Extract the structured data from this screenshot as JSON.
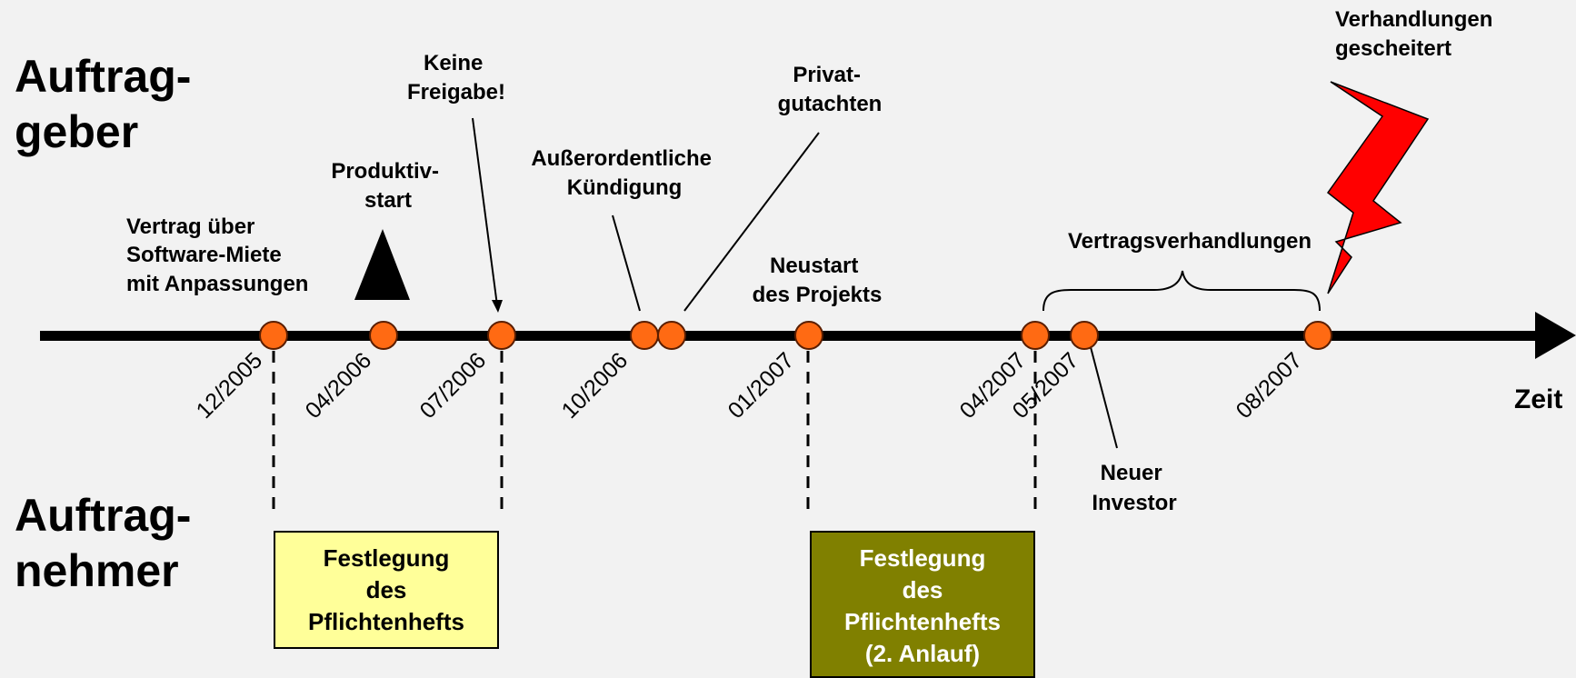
{
  "parties": {
    "client": [
      "Auftrag-",
      "geber"
    ],
    "contractor": [
      "Auftrag-",
      "nehmer"
    ]
  },
  "axis": {
    "label": "Zeit",
    "dates": [
      "12/2005",
      "04/2006",
      "07/2006",
      "10/2006",
      "01/2007",
      "04/2007",
      "05/2007",
      "08/2007"
    ]
  },
  "events": {
    "contract": [
      "Vertrag über",
      "Software-Miete",
      "mit Anpassungen"
    ],
    "production_start": [
      "Produktiv-",
      "start"
    ],
    "no_release": [
      "Keine",
      "Freigabe!"
    ],
    "termination": [
      "Außerordentliche",
      "Kündigung"
    ],
    "expert_opinion": [
      "Privat-",
      "gutachten"
    ],
    "restart": [
      "Neustart",
      "des Projekts"
    ],
    "negotiations": [
      "Vertragsverhandlungen"
    ],
    "negotiations_failed": [
      "Verhandlungen",
      "gescheitert"
    ],
    "new_investor": [
      "Neuer",
      "Investor"
    ]
  },
  "boxes": {
    "spec_first": [
      "Festlegung",
      "des",
      "Pflichtenhefts"
    ],
    "spec_second": [
      "Festlegung",
      "des",
      "Pflichtenhefts",
      "(2. Anlauf)"
    ]
  },
  "colors": {
    "background": "#f2f2f2",
    "marker": "#ff6a13",
    "spec_first_fill": "#ffff99",
    "spec_second_fill": "#808000",
    "lightning": "#ff0000"
  }
}
